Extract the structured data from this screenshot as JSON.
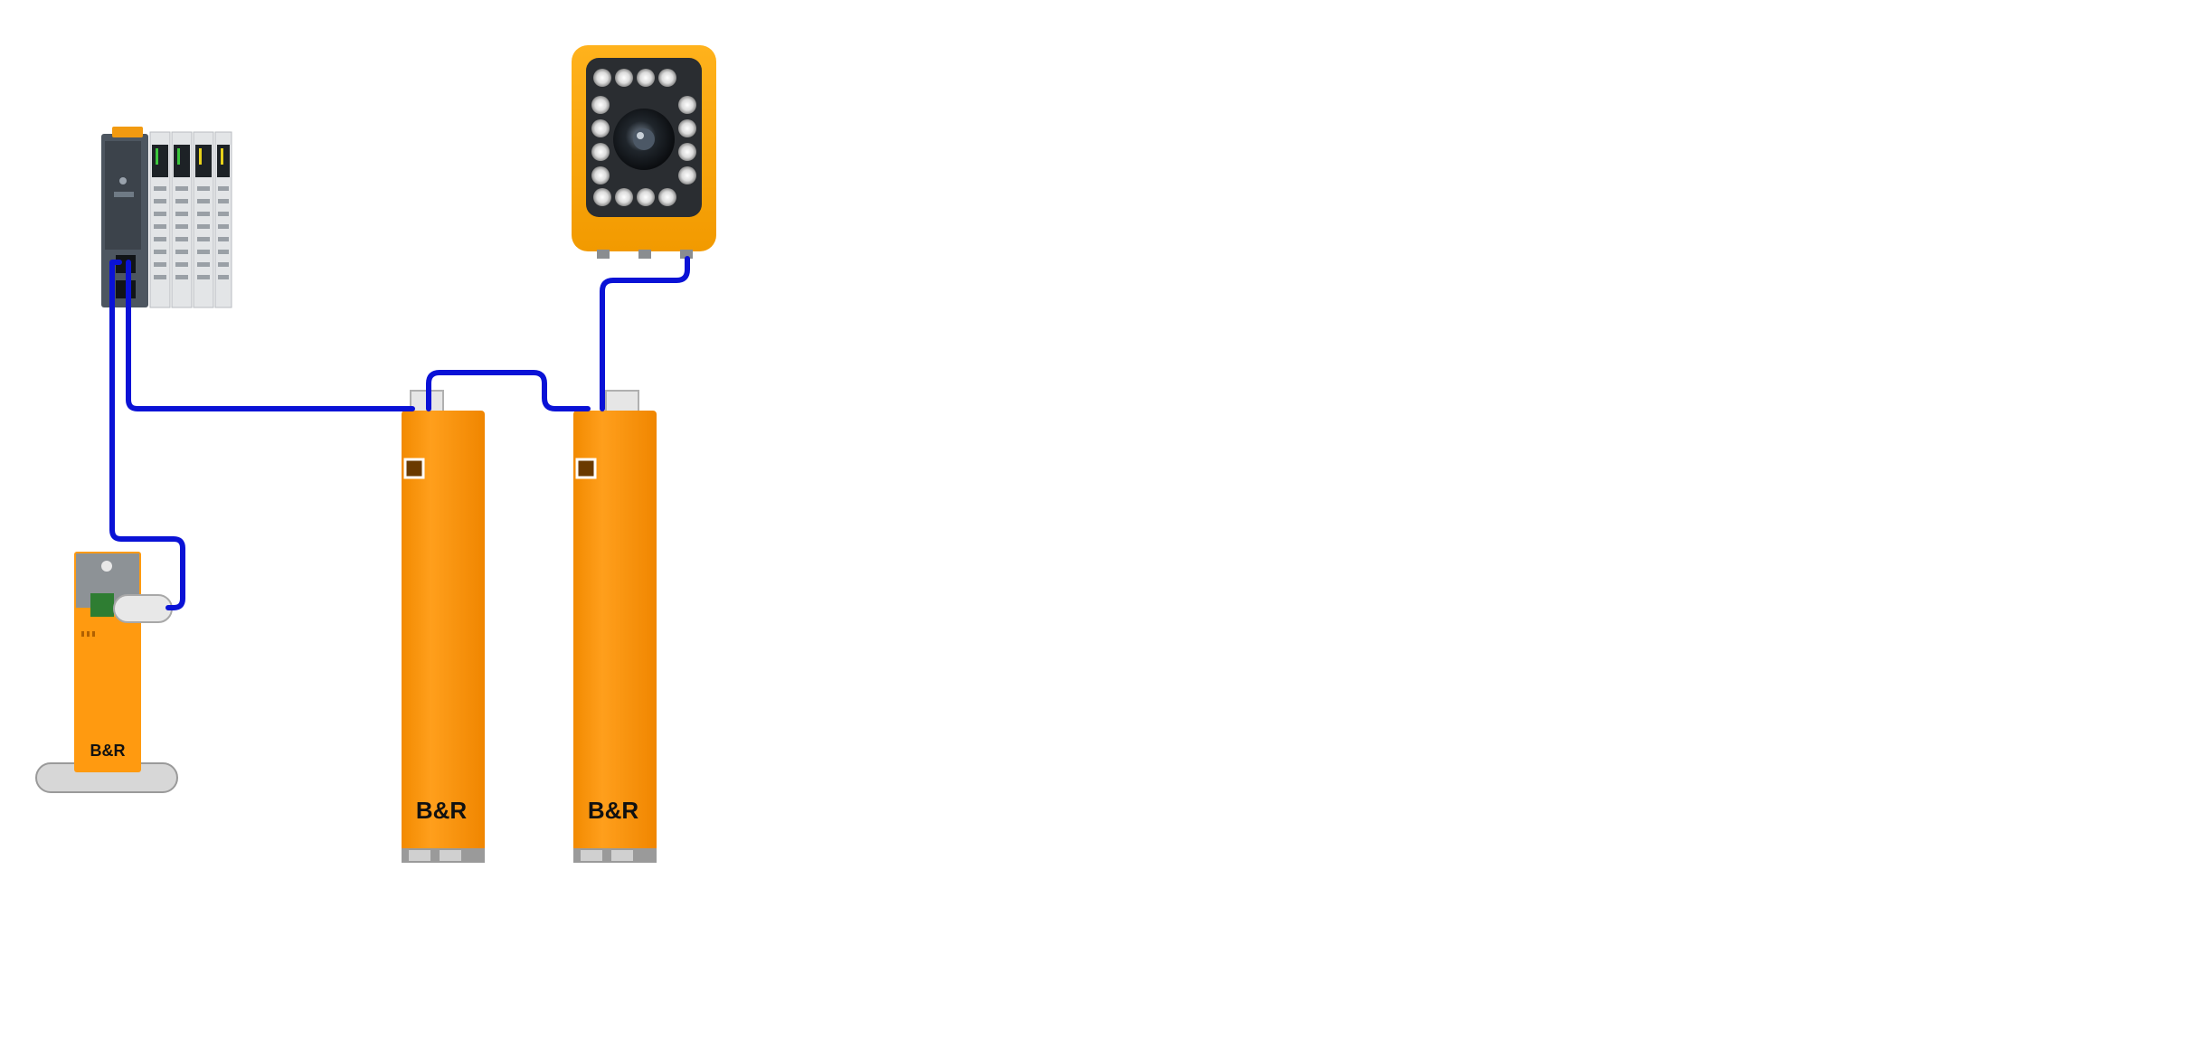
{
  "diagram": {
    "type": "hardware-topology",
    "brand_logo": "B&R",
    "colors": {
      "background": "#ffffff",
      "cable": "#0a12d6",
      "drive_orange": "#ff9a10",
      "camera_orange": "#f7a500",
      "controller_gray": "#4d5660",
      "port_marker_fill": "#6a3a00"
    },
    "devices": [
      {
        "id": "controller",
        "kind": "plc-with-io-modules"
      },
      {
        "id": "camera",
        "kind": "smart-camera"
      },
      {
        "id": "drive1",
        "kind": "servo-drive",
        "logo": "B&R"
      },
      {
        "id": "drive2",
        "kind": "servo-drive",
        "logo": "B&R"
      },
      {
        "id": "small-drive",
        "kind": "compact-drive-on-base",
        "logo": "B&R"
      }
    ],
    "connections": [
      {
        "from": "controller",
        "to": "drive1"
      },
      {
        "from": "drive1",
        "to": "drive2"
      },
      {
        "from": "drive2",
        "to": "camera"
      },
      {
        "from": "controller",
        "to": "small-drive"
      }
    ]
  }
}
